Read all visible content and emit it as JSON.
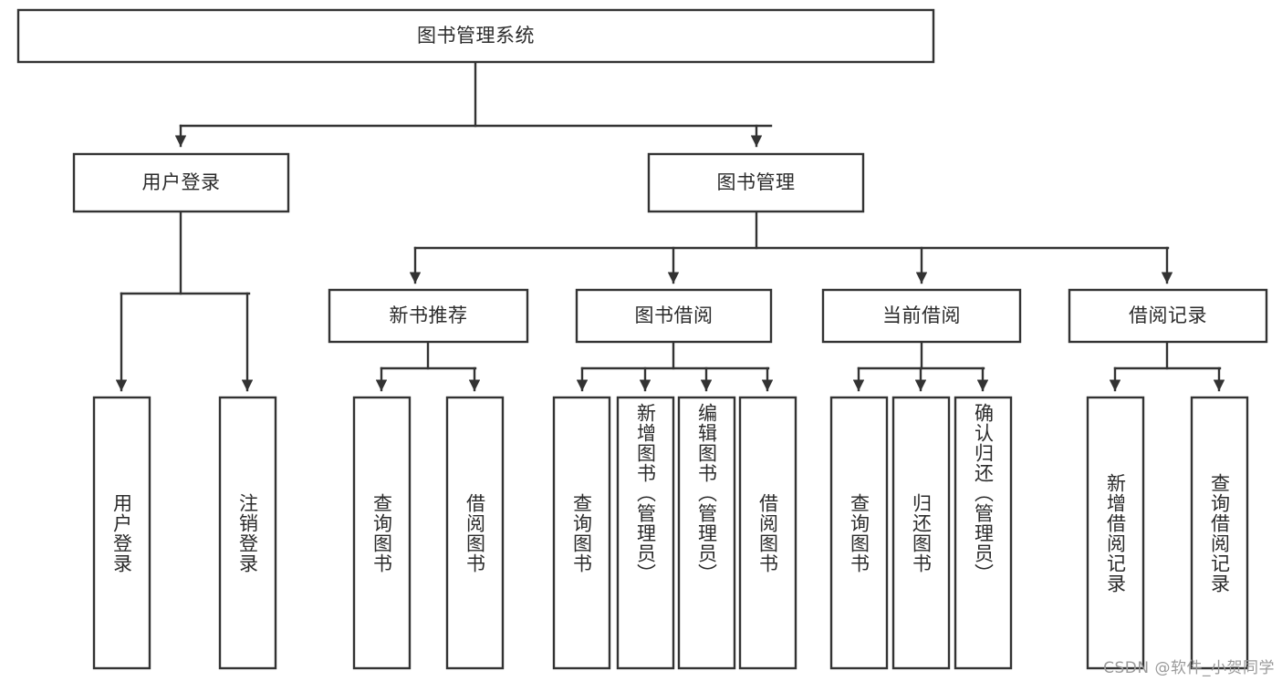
{
  "diagram": {
    "type": "tree-hierarchy-chart",
    "title": "图书管理系统",
    "watermark": "CSDN @软件_小贺同学",
    "colors": {
      "box_fill": "#ffffff",
      "box_stroke": "#333333",
      "text": "#2b2b2b",
      "background": "#ffffff",
      "watermark": "#9a9a9a"
    },
    "levels": {
      "root": {
        "label": "图书管理系统"
      },
      "level2": [
        {
          "label": "用户登录"
        },
        {
          "label": "图书管理"
        }
      ],
      "level3": [
        {
          "label": "新书推荐"
        },
        {
          "label": "图书借阅"
        },
        {
          "label": "当前借阅"
        },
        {
          "label": "借阅记录"
        }
      ],
      "leaves": {
        "user_login": [
          {
            "label": "用户登录"
          },
          {
            "label": "注销登录"
          }
        ],
        "new_book_recommend": [
          {
            "label": "查询图书"
          },
          {
            "label": "借阅图书"
          }
        ],
        "book_borrow": [
          {
            "label": "查询图书"
          },
          {
            "label": "新增图书（管理员）"
          },
          {
            "label": "编辑图书（管理员）"
          },
          {
            "label": "借阅图书"
          }
        ],
        "current_borrow": [
          {
            "label": "查询图书"
          },
          {
            "label": "归还图书"
          },
          {
            "label": "确认归还（管理员）"
          }
        ],
        "borrow_record": [
          {
            "label": "新增借阅记录"
          },
          {
            "label": "查询借阅记录"
          }
        ]
      }
    }
  }
}
